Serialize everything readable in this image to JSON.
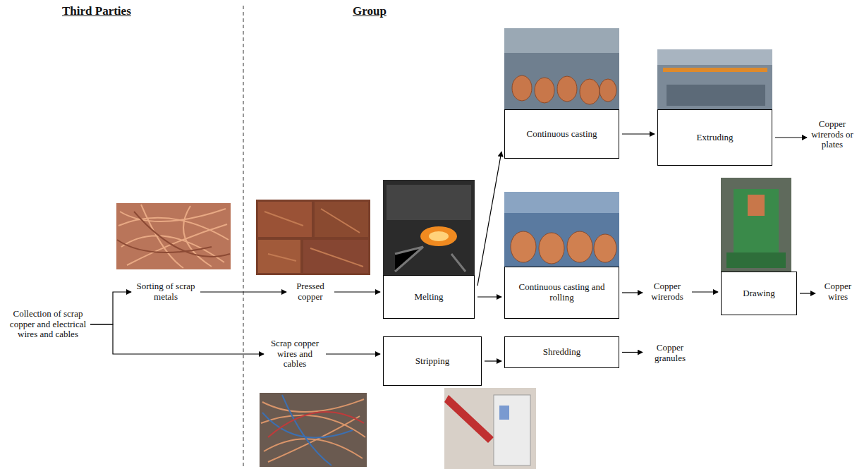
{
  "diagram": {
    "nodes": [
      {
        "text": [
          "Collection of scrap copper and electrical wires and cables"
        ]
      },
      {
        "text": [
          "Sorting of scrap metals"
        ]
      },
      {
        "text": [
          "Pressed copper"
        ]
      },
      {
        "text": [
          "Melting"
        ]
      },
      {
        "text": [
          "Continuous casting"
        ]
      },
      {
        "text": [
          "Extruding"
        ]
      },
      {
        "text": [
          "Copper wirerods or plates"
        ]
      },
      {
        "text": [
          "Continuous casting and rolling"
        ]
      },
      {
        "text": [
          "Copper wirerods"
        ]
      },
      {
        "text": [
          "Drawing"
        ]
      },
      {
        "text": [
          "Copper wires"
        ]
      },
      {
        "text": [
          "Scrap copper wires and cables"
        ]
      },
      {
        "text": [
          "Stripping"
        ]
      },
      {
        "text": [
          "Shredding"
        ]
      },
      {
        "text": [
          "Copper granules"
        ]
      }
    ],
    "edges": [
      {
        "from": 0,
        "to": 1,
        "arrow": "to"
      },
      {
        "from": 0,
        "to": 11,
        "arrow": "to"
      },
      {
        "from": 1,
        "to": 2,
        "arrow": "to"
      },
      {
        "from": 2,
        "to": 3,
        "arrow": "to"
      },
      {
        "from": 3,
        "to": 4,
        "arrow": "to"
      },
      {
        "from": 4,
        "to": 5,
        "arrow": "to"
      },
      {
        "from": 5,
        "to": 6,
        "arrow": "to"
      },
      {
        "from": 3,
        "to": 7,
        "arrow": "to"
      },
      {
        "from": 7,
        "to": 8,
        "arrow": "to"
      },
      {
        "from": 8,
        "to": 9,
        "arrow": "to"
      },
      {
        "from": 9,
        "to": 10,
        "arrow": "to"
      },
      {
        "from": 11,
        "to": 12,
        "arrow": "to"
      },
      {
        "from": 12,
        "to": 13,
        "arrow": "to"
      },
      {
        "from": 13,
        "to": 14,
        "arrow": "to"
      }
    ],
    "labels": [
      "Third Parties",
      "Group"
    ]
  }
}
